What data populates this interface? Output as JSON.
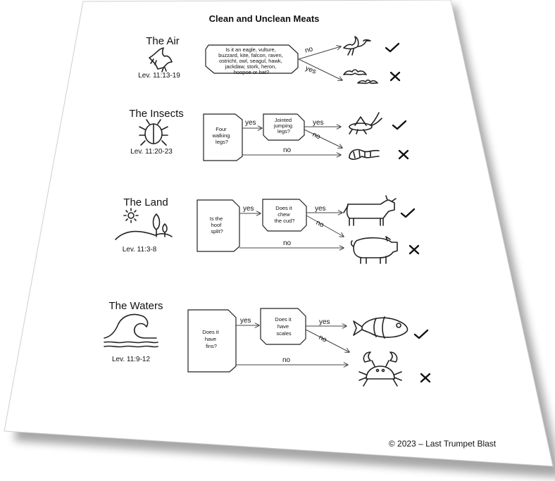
{
  "title": "Clean and Unclean Meats",
  "copyright": "© 2023 – Last Trumpet Blast",
  "answers": {
    "yes": "yes",
    "no": "no"
  },
  "sections": {
    "air": {
      "heading": "The Air",
      "reference": "Lev. 11:13-19",
      "question": [
        "Is it an eagle, vulture,",
        "buzzard, kite, falcon, raven,",
        "ostricht, owl, seagul, hawk,",
        "jackdaw, stork, heron,",
        "hoopoe or bat?"
      ],
      "clean_icon": "dove-icon",
      "unclean_icon": "bats-icon"
    },
    "insects": {
      "heading": "The Insects",
      "reference": "Lev. 11:20-23",
      "question1": [
        "Four",
        "walking",
        "legs?"
      ],
      "question2": [
        "Jointed",
        "jumping",
        "legs?"
      ],
      "clean_icon": "grasshopper-icon",
      "unclean_icon": "worm-icon"
    },
    "land": {
      "heading": "The Land",
      "reference": "Lev. 11:3-8",
      "question1": [
        "Is the",
        "hoof",
        "split?"
      ],
      "question2": [
        "Does it",
        "chew",
        "the cud?"
      ],
      "clean_icon": "cow-icon",
      "unclean_icon": "pig-icon"
    },
    "waters": {
      "heading": "The Waters",
      "reference": "Lev. 11:9-12",
      "question1": [
        "Does it",
        "have",
        "fins?"
      ],
      "question2": [
        "Does it",
        "have",
        "scales"
      ],
      "clean_icon": "fish-icon",
      "unclean_icon": "crab-icon"
    }
  }
}
